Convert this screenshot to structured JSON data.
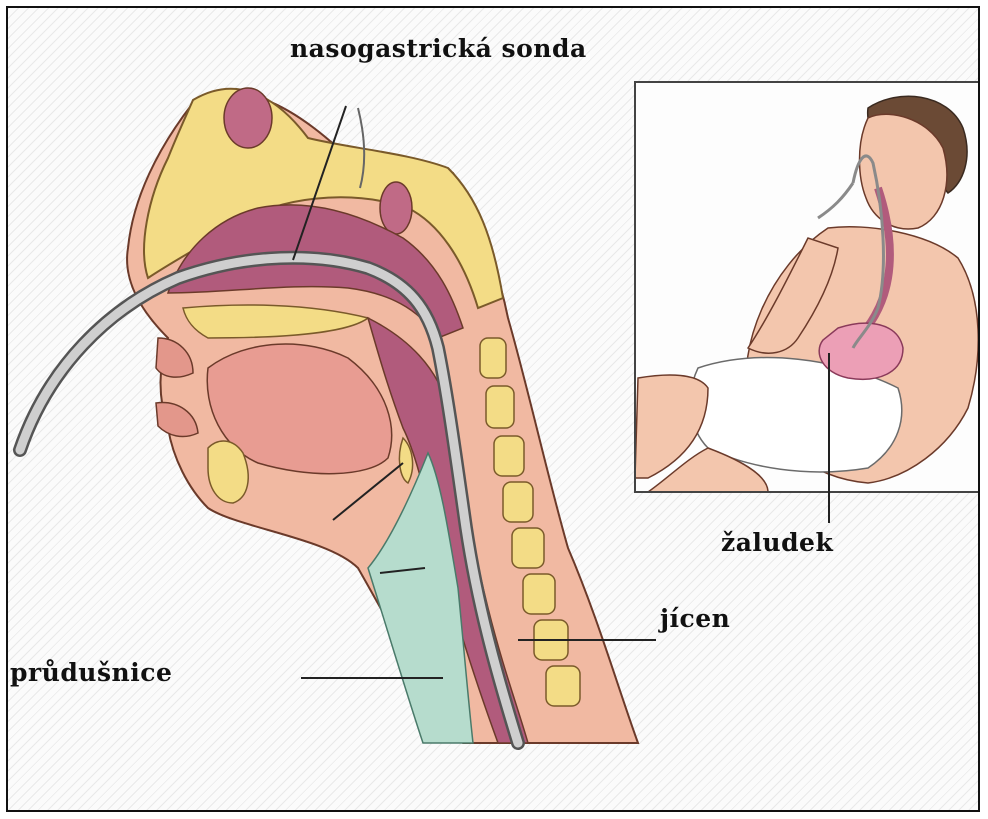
{
  "labels": {
    "tube": "nasogastrická sonda",
    "stomach": "žaludek",
    "esophagus": "jícen",
    "trachea": "průdušnice"
  },
  "colors": {
    "bone": "#f3dc86",
    "mucosa": "#b15b7c",
    "tissue": "#f1b9a2",
    "skin": "#f3c6ad",
    "trachea": "#b6dccd",
    "tube": "#9a9a9a",
    "stomach": "#ec9fb6"
  }
}
